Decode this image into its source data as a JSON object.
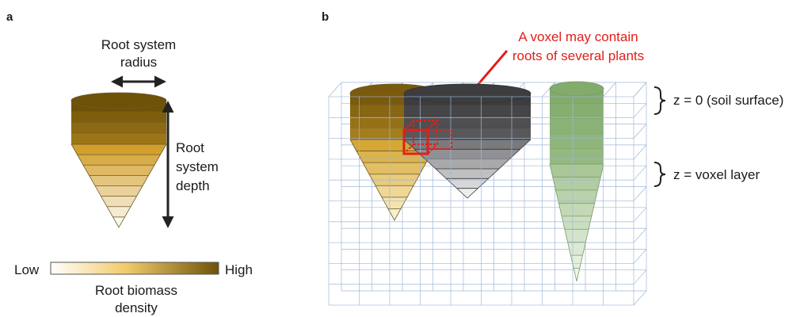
{
  "panel_a": {
    "letter": "a",
    "radius_label_line1": "Root system",
    "radius_label_line2": "radius",
    "depth_label_line1": "Root",
    "depth_label_line2": "system",
    "depth_label_line3": "depth",
    "legend": {
      "low": "Low",
      "high": "High",
      "title_line1": "Root biomass",
      "title_line2": "density",
      "gradient_low_color": "#ffffff",
      "gradient_high_color": "#6e5208"
    }
  },
  "panel_b": {
    "letter": "b",
    "callout_line1": "A voxel may contain",
    "callout_line2": "roots of several plants",
    "callout_color": "#e0201b",
    "z0_label": "z = 0 (soil surface)",
    "zlayer_label": "z = voxel layer",
    "grid_color": "#9fb8d8",
    "plants": [
      {
        "name": "brown-plant",
        "top_color": "#7a5a0c",
        "bottom_color": "#fff7d6"
      },
      {
        "name": "gray-plant",
        "top_color": "#3d3d3f",
        "bottom_color": "#ffffff"
      },
      {
        "name": "green-plant",
        "top_color": "#82ab6c",
        "bottom_color": "#f2f8ee"
      }
    ]
  }
}
